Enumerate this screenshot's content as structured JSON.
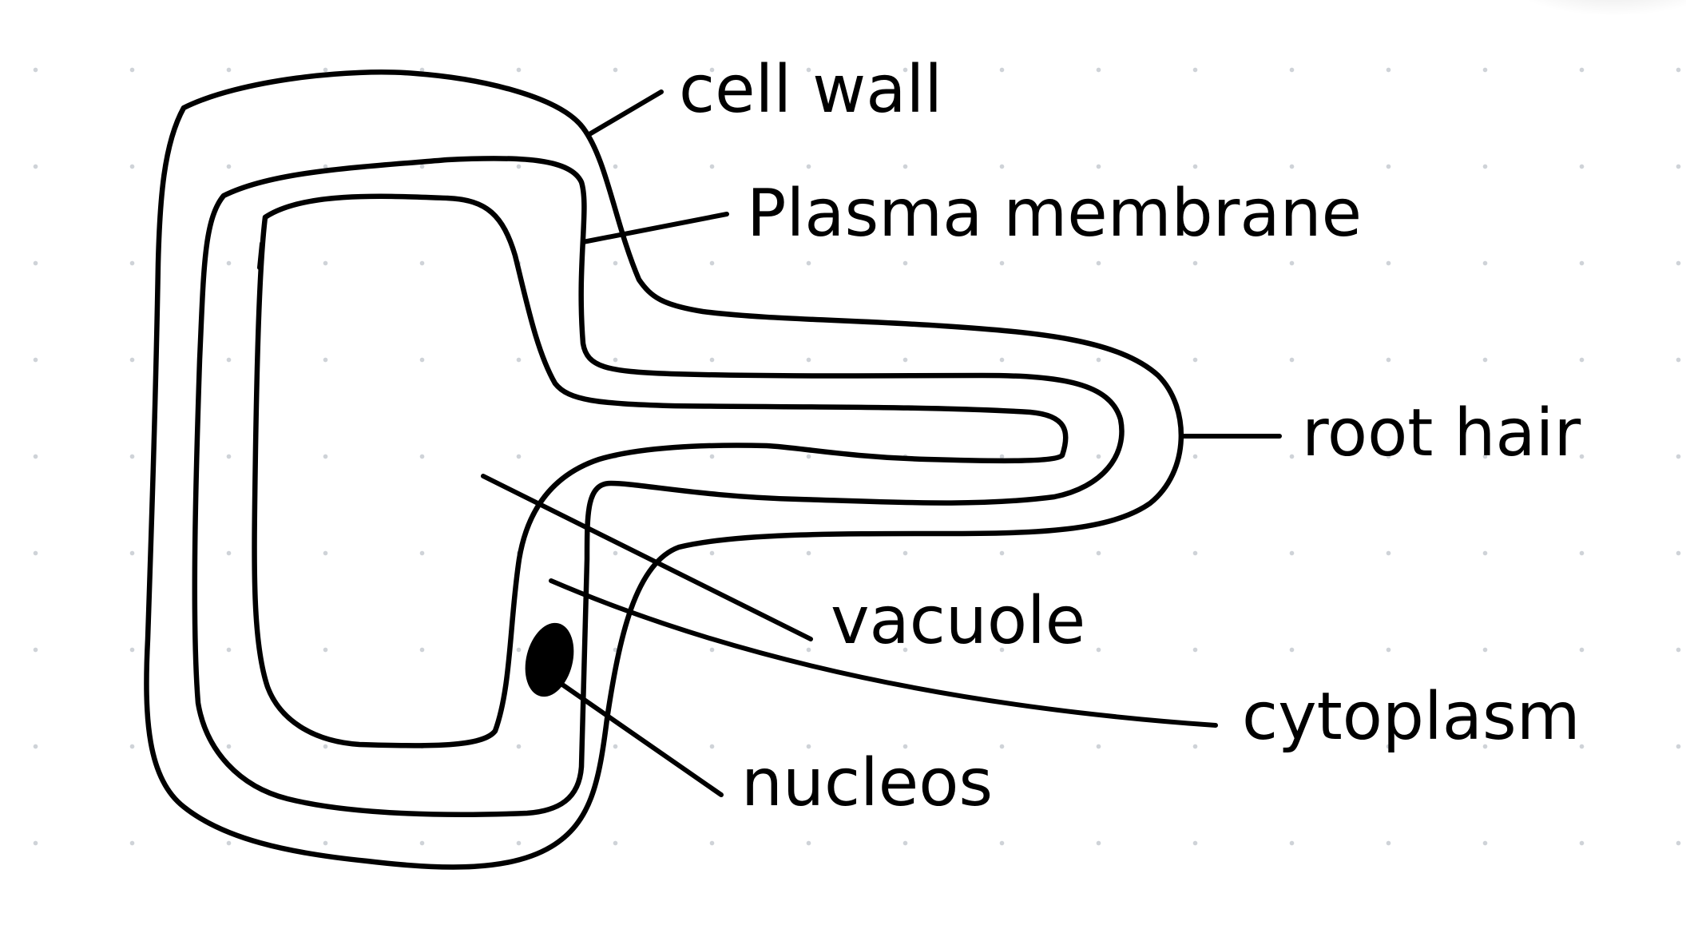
{
  "diagram": {
    "labels": {
      "cell_wall": "cell wall",
      "plasma_membrane": "Plasma membrane",
      "root_hair": "root hair",
      "vacuole": "vacuole",
      "cytoplasm": "cytoplasm",
      "nucleus": "nucleos"
    }
  },
  "colors": {
    "ink": "#000000",
    "background": "#ffffff",
    "dot_grid": "#cfd3d8"
  }
}
